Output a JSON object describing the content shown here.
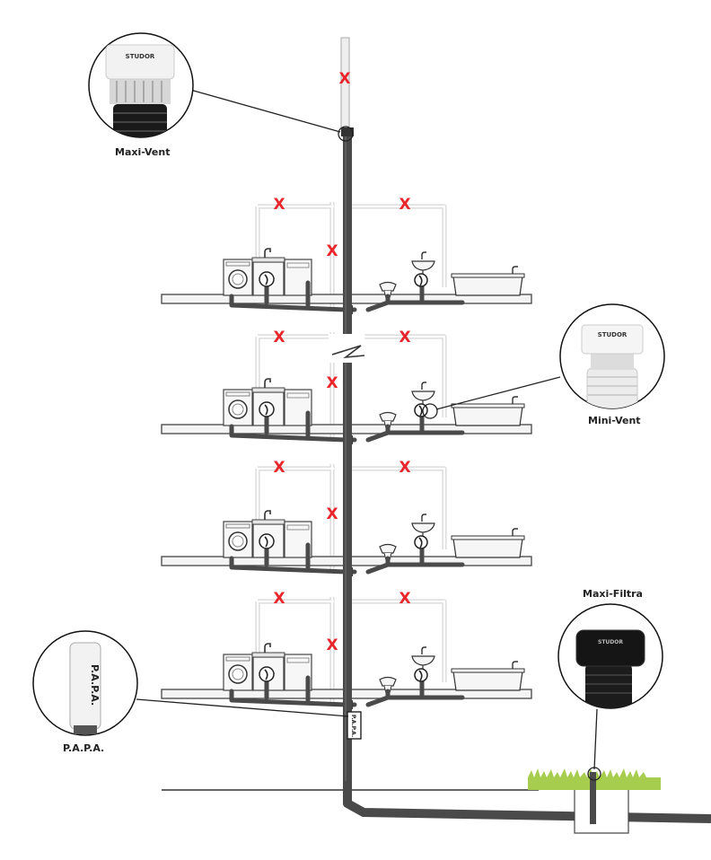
{
  "labels": {
    "maxi_vent": "Maxi-Vent",
    "mini_vent": "Mini-Vent",
    "maxi_filtra": "Maxi-Filtra",
    "papa": "P.A.P.A."
  },
  "product_text": {
    "studor": "STUDOR",
    "papa_body": "P.A.P.A.",
    "papa_box": "P.A.P.A."
  },
  "marks": {
    "blocked": "X"
  },
  "colors": {
    "pipe_dark": "#4a4a4a",
    "pipe_light": "#d9d9d9",
    "blocked_mark": "#e8262b",
    "grass": "#a6cd4e",
    "floor_fill": "#f4f4f4"
  }
}
